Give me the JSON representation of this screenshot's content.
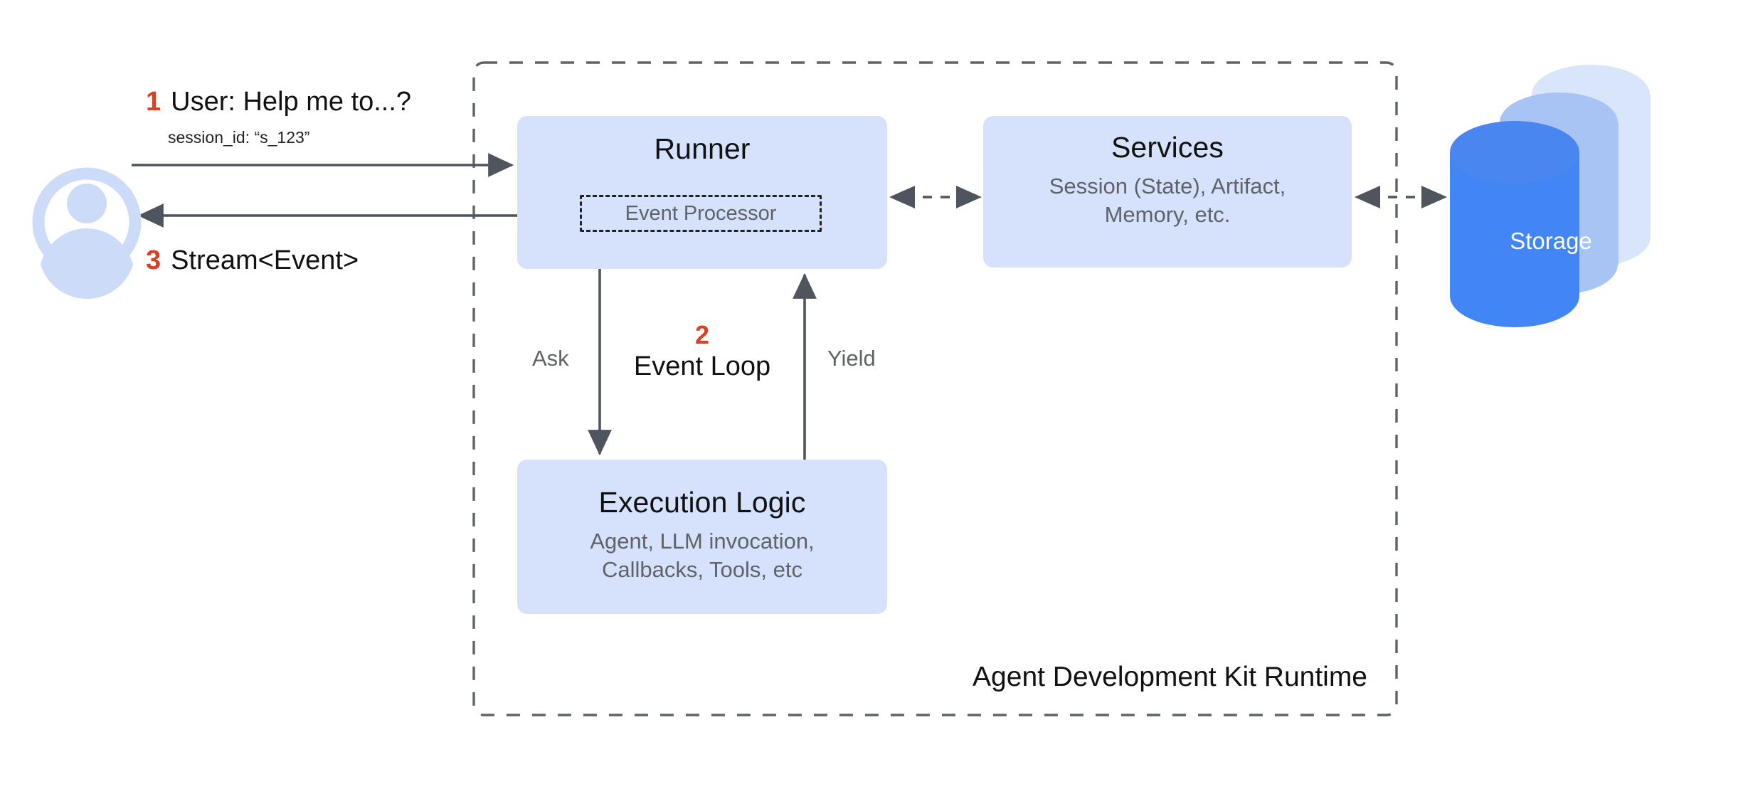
{
  "diagram": {
    "title": "Agent Development Kit Runtime",
    "colors": {
      "node_fill": "#d6e2fb",
      "accent_red": "#db4025",
      "arrow_gray": "#4e555e",
      "subtext_gray": "#5f6368",
      "storage_front": "#4285f4",
      "storage_middle": "#a8c4f5",
      "storage_back": "#d9e5fb",
      "avatar_blue": "#ccdcf8",
      "boundary_dash": "#5f6368"
    }
  },
  "actor": {
    "icon": "user-avatar-icon",
    "request": {
      "step": "1",
      "label": "User: Help me to...?",
      "detail": "session_id: “s_123”"
    },
    "response": {
      "step": "3",
      "label": "Stream<Event>"
    }
  },
  "nodes": {
    "runner": {
      "title": "Runner",
      "inner": "Event Processor"
    },
    "services": {
      "title": "Services",
      "subtitle": "Session (State), Artifact,\nMemory, etc."
    },
    "execution_logic": {
      "title": "Execution Logic",
      "subtitle": "Agent, LLM invocation,\nCallbacks, Tools, etc"
    },
    "storage": {
      "label": "Storage"
    }
  },
  "event_loop": {
    "step": "2",
    "label": "Event Loop",
    "ask": "Ask",
    "yield": "Yield"
  },
  "boundary": {
    "label": "Agent Development Kit Runtime"
  }
}
